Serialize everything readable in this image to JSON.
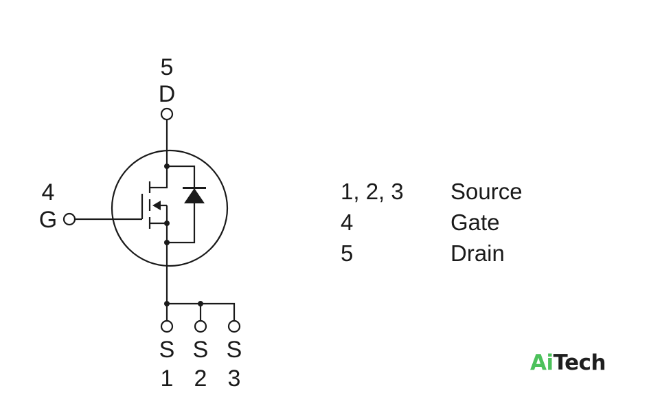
{
  "pins": {
    "drain": {
      "number": "5",
      "letter": "D"
    },
    "gate": {
      "number": "4",
      "letter": "G"
    },
    "source1": {
      "number": "1",
      "letter": "S"
    },
    "source2": {
      "number": "2",
      "letter": "S"
    },
    "source3": {
      "number": "3",
      "letter": "S"
    }
  },
  "legend": [
    {
      "pins": "1, 2, 3",
      "name": "Source"
    },
    {
      "pins": "4",
      "name": "Gate"
    },
    {
      "pins": "5",
      "name": "Drain"
    }
  ],
  "logo": {
    "part1": "Ai",
    "part2": "Tech"
  },
  "colors": {
    "line": "#1a1a1a",
    "logo_green": "#4cc15b",
    "logo_dark": "#1f1f1f"
  }
}
